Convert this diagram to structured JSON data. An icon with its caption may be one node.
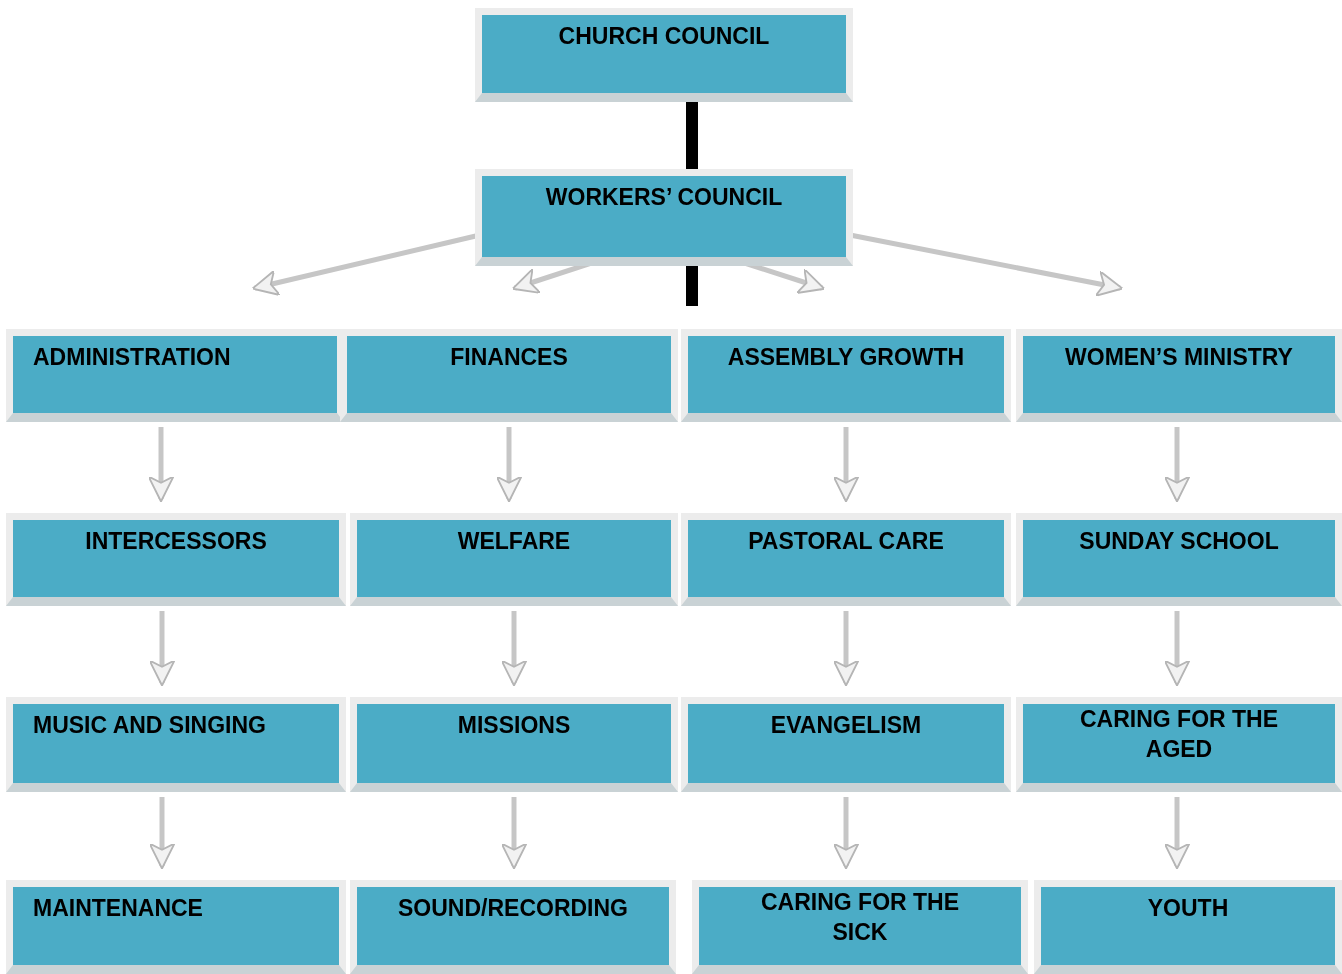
{
  "diagram": {
    "nodes": [
      {
        "text": [
          "CHURCH COUNCIL"
        ]
      },
      {
        "text": [
          "WORKERS’ COUNCIL"
        ]
      },
      {
        "text": [
          "ADMINISTRATION"
        ]
      },
      {
        "text": [
          "FINANCES"
        ]
      },
      {
        "text": [
          "ASSEMBLY GROWTH"
        ]
      },
      {
        "text": [
          "WOMEN’S MINISTRY"
        ]
      },
      {
        "text": [
          "INTERCESSORS"
        ]
      },
      {
        "text": [
          "WELFARE"
        ]
      },
      {
        "text": [
          "PASTORAL CARE"
        ]
      },
      {
        "text": [
          "SUNDAY SCHOOL"
        ]
      },
      {
        "text": [
          "MUSIC AND SINGING"
        ]
      },
      {
        "text": [
          "MISSIONS"
        ]
      },
      {
        "text": [
          "EVANGELISM"
        ]
      },
      {
        "text": [
          "CARING FOR THE AGED"
        ]
      },
      {
        "text": [
          "MAINTENANCE"
        ]
      },
      {
        "text": [
          "SOUND/RECORDING"
        ]
      },
      {
        "text": [
          "CARING FOR THE SICK"
        ]
      },
      {
        "text": [
          "YOUTH"
        ]
      }
    ],
    "edges": [
      {
        "from": 0,
        "to": 1,
        "arrow": "none",
        "style": "thick",
        "color": "#000000"
      },
      {
        "from": 1,
        "to": null,
        "arrow": "none",
        "style": "thick",
        "color": "#000000"
      },
      {
        "from": 1,
        "to": 2,
        "arrow": "to"
      },
      {
        "from": 1,
        "to": 3,
        "arrow": "to"
      },
      {
        "from": 1,
        "to": 4,
        "arrow": "to"
      },
      {
        "from": 1,
        "to": 5,
        "arrow": "to"
      },
      {
        "from": 2,
        "to": 6,
        "arrow": "to"
      },
      {
        "from": 3,
        "to": 7,
        "arrow": "to"
      },
      {
        "from": 4,
        "to": 8,
        "arrow": "to"
      },
      {
        "from": 5,
        "to": 9,
        "arrow": "to"
      },
      {
        "from": 6,
        "to": 10,
        "arrow": "to"
      },
      {
        "from": 7,
        "to": 11,
        "arrow": "to"
      },
      {
        "from": 8,
        "to": 12,
        "arrow": "to"
      },
      {
        "from": 9,
        "to": 13,
        "arrow": "to"
      },
      {
        "from": 10,
        "to": 14,
        "arrow": "to"
      },
      {
        "from": 11,
        "to": 15,
        "arrow": "to"
      },
      {
        "from": 12,
        "to": 16,
        "arrow": "to"
      },
      {
        "from": 13,
        "to": 17,
        "arrow": "to"
      }
    ]
  }
}
